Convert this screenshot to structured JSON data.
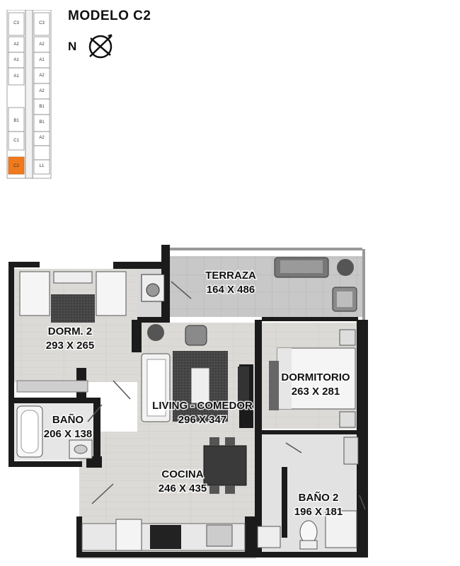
{
  "title": "MODELO C2",
  "north_label": "N",
  "colors": {
    "highlight": "#f07a1e",
    "wall": "#1b1b1b",
    "floor": "#c9c9c9",
    "wood": "#d8d6d3"
  },
  "icons": [
    "compass-north-icon"
  ],
  "key_plan": {
    "units": [
      {
        "label": "C3"
      },
      {
        "label": "C3"
      },
      {
        "label": "A2"
      },
      {
        "label": "A2"
      },
      {
        "label": "A1"
      },
      {
        "label": "A1"
      },
      {
        "label": "A1"
      },
      {
        "label": "A2"
      },
      {
        "label": "A2"
      },
      {
        "label": "B1"
      },
      {
        "label": "B1"
      },
      {
        "label": "B1"
      },
      {
        "label": "C1"
      },
      {
        "label": "A2"
      },
      {
        "label": "C2"
      },
      {
        "label": "L1"
      }
    ],
    "highlighted": "C2"
  },
  "rooms": [
    {
      "name": "TERRAZA",
      "dims": "164 X 486"
    },
    {
      "name": "DORM. 2",
      "dims": "293 X 265"
    },
    {
      "name": "BAÑO",
      "dims": "206 X 138"
    },
    {
      "name": "LIVING - COMEDOR",
      "dims": "296 X 347"
    },
    {
      "name": "DORMITORIO",
      "dims": "263 X 281"
    },
    {
      "name": "COCINA",
      "dims": "246 X 435"
    },
    {
      "name": "BAÑO 2",
      "dims": "196 X 181"
    }
  ]
}
